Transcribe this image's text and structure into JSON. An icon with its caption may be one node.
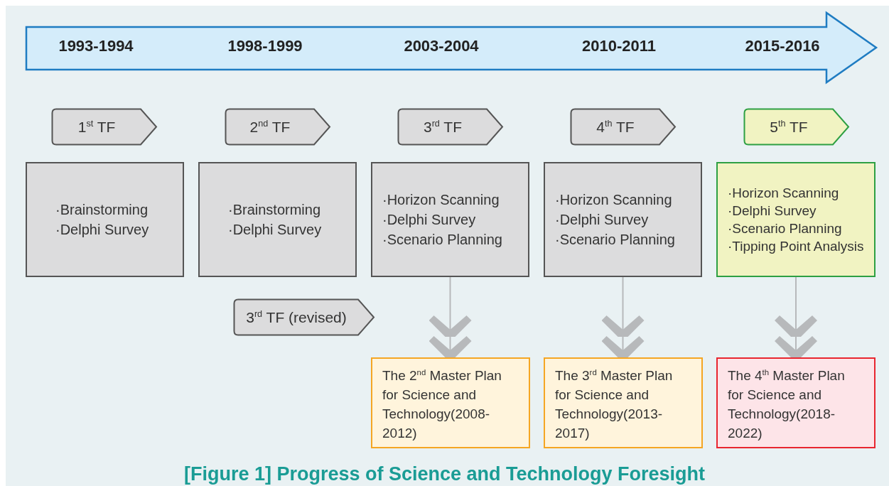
{
  "diagram": {
    "caption": "[Figure 1] Progress of Science and Technology Foresight",
    "nodes": [
      {
        "text": [
          "1$^{st}$ TF"
        ]
      },
      {
        "text": [
          "2$^{nd}$ TF"
        ]
      },
      {
        "text": [
          "3$^{rd}$ TF"
        ]
      },
      {
        "text": [
          "4$^{th}$ TF"
        ]
      },
      {
        "text": [
          "5$^{th}$ TF"
        ]
      },
      {
        "text": [
          "·Brainstorming",
          "·Delphi Survey"
        ]
      },
      {
        "text": [
          "·Brainstorming",
          "·Delphi Survey"
        ]
      },
      {
        "text": [
          "·Horizon Scanning",
          "·Delphi Survey",
          "·Scenario Planning"
        ]
      },
      {
        "text": [
          "·Horizon Scanning",
          "·Delphi Survey",
          "·Scenario Planning"
        ]
      },
      {
        "text": [
          "·Horizon Scanning",
          "·Delphi Survey",
          "·Scenario Planning",
          "·Tipping Point Analysis"
        ]
      },
      {
        "text": [
          "3$^{rd}$ TF (revised)"
        ]
      },
      {
        "text": [
          "The 2$^{nd}$ Master Plan for Science and Technology(2008-2012)"
        ]
      },
      {
        "text": [
          "The 3$^{rd}$ Master Plan for Science and Technology(2013-2017)"
        ]
      },
      {
        "text": [
          "The 4$^{th}$ Master Plan for Science and Technology(2018-2022)"
        ]
      }
    ],
    "edges": [
      {
        "from": 7,
        "to": 11,
        "arrow": "to"
      },
      {
        "from": 8,
        "to": 12,
        "arrow": "to"
      },
      {
        "from": 9,
        "to": 13,
        "arrow": "to"
      }
    ],
    "labels": [
      "1993-1994",
      "1998-1999",
      "2003-2004",
      "2010-2011",
      "2015-2016"
    ]
  }
}
